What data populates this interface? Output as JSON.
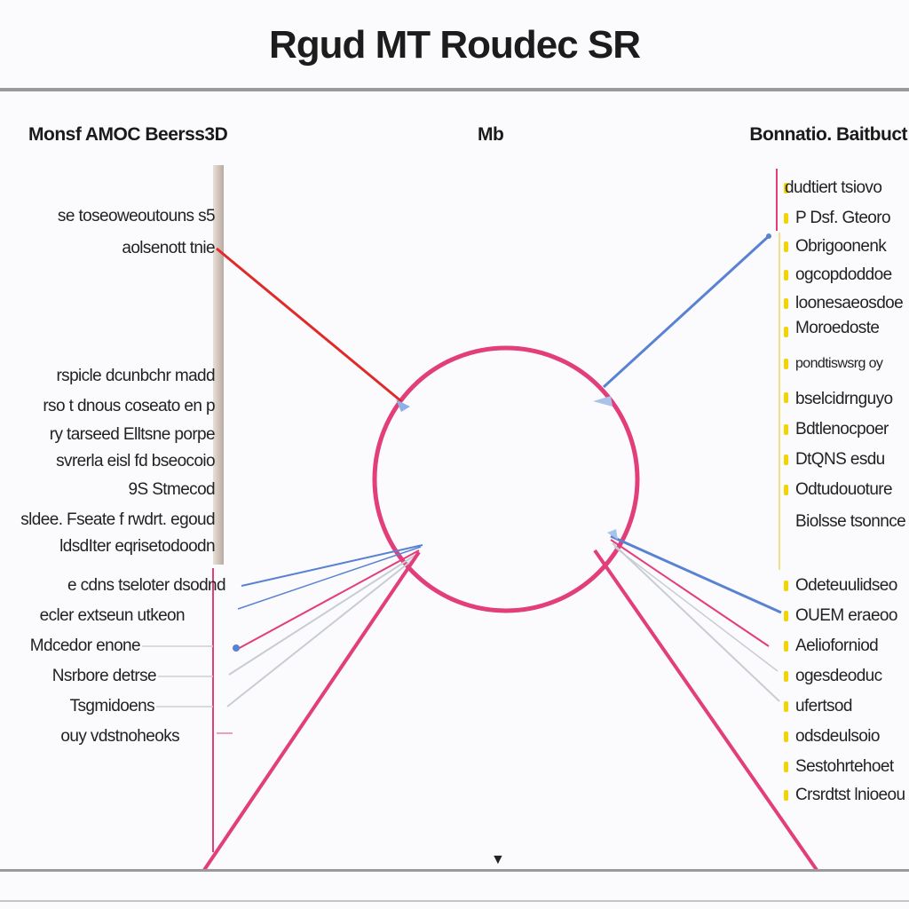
{
  "title": "Rgud  MT  Roudec SR",
  "headings": {
    "left": "Monsf AMOC Beerss3D",
    "center": "Mb",
    "right": "Bonnatio. Baitbuct"
  },
  "left_labels": [
    "se toseoweoutouns s5",
    "aolsenott tnie",
    "rspicle dcunbchr madd",
    "rso t dnous coseato en p",
    "ry tarseed Elltsne porpe",
    "svrerla eisl fd bseocoio",
    "9S Stmecod",
    "sldee. Fseate f rwdrt. egoud",
    "ldsdIter eqrisetodoodn",
    "e cdns tseloter dsodnd",
    "ecler extseun utkeon",
    "Mdcedor enone",
    "Nsrbore detrse",
    "Tsgmidoens",
    "ouy vdstnoheoks"
  ],
  "right_labels": [
    "dudtiert tsiovo",
    "P Dsf. Gteoro",
    "Obrigoonenk",
    "ogcopdoddoe",
    "loonesaeosdoe",
    "Moroedoste",
    "pondtiswsrg oy",
    "bselcidrnguyo",
    "Bdtlenocpoer",
    "DtQNS esdu",
    "Odtudouoture",
    "Biolsse tsonnce",
    "Odeteuulidseo",
    "OUEM eraeoo",
    "Aelioforniod",
    "ogesdeoduc",
    "ufertsod",
    "odsdeulsoio",
    "Sestohrtehoet",
    "Crsrdtst lnioeou"
  ],
  "colors": {
    "pink": "#e23e79",
    "red": "#e02a2a",
    "blue": "#5a82d2",
    "yellow": "#f2d400",
    "gray": "#c8ccd4"
  }
}
